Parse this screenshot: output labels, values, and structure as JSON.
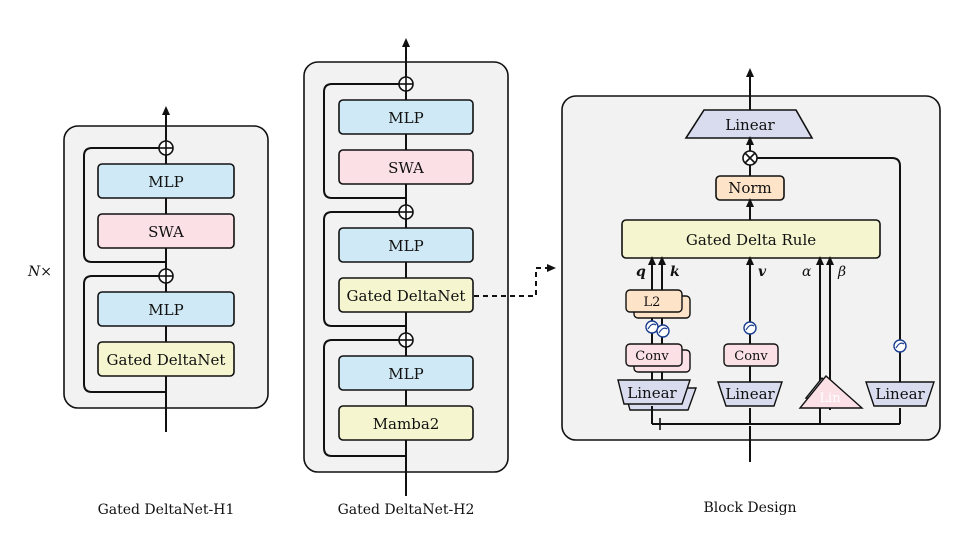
{
  "panels": {
    "h1": {
      "caption": "Gated DeltaNet-H1",
      "repeat": "N×",
      "blocks": [
        "MLP",
        "SWA",
        "MLP",
        "Gated DeltaNet"
      ]
    },
    "h2": {
      "caption": "Gated DeltaNet-H2",
      "blocks": [
        "MLP",
        "SWA",
        "MLP",
        "Gated DeltaNet",
        "MLP",
        "Mamba2"
      ]
    },
    "block_design": {
      "caption": "Block Design",
      "top_linear": "Linear",
      "norm": "Norm",
      "gated_delta_rule": "Gated Delta Rule",
      "l2": "L2",
      "conv1": "Conv",
      "conv2": "Conv",
      "linear1": "Linear",
      "linear2": "Linear",
      "linear3": "Linear",
      "linear_partial": "Lin",
      "q": "q",
      "k": "k",
      "v": "v",
      "alpha": "α",
      "beta": "β"
    }
  },
  "colors": {
    "mlp": "#cfeaf6",
    "swa": "#fbe1e5",
    "gated": "#f5f5cf",
    "norm": "#fde3c8",
    "linear": "#d8dcee",
    "panel_bg": "#f2f2f2"
  }
}
